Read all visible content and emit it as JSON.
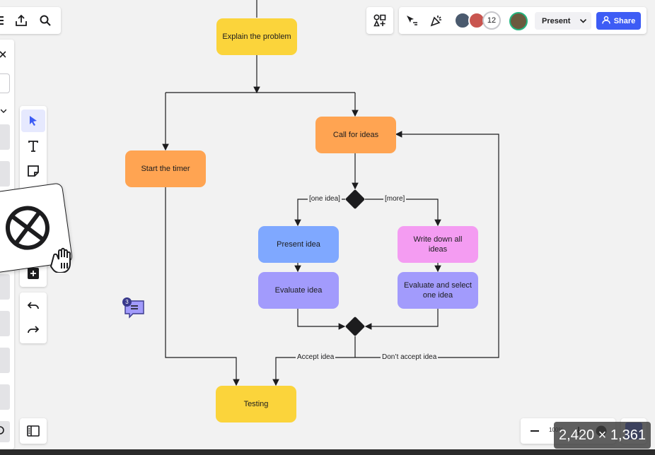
{
  "toolbar_left": {
    "upload_icon": "upload-icon",
    "search_icon": "search-icon"
  },
  "header_right": {
    "avatar_count": "12",
    "present_label": "Present",
    "share_label": "Share",
    "colors": {
      "share": "#3d5cf5"
    }
  },
  "flowchart": {
    "nodes": {
      "explain": "Explain the problem",
      "call": "Call for ideas",
      "timer": "Start the timer",
      "present": "Present idea",
      "write": "Write down all ideas",
      "evaluate": "Evaluate idea",
      "evaluate_select": "Evaluate and select one idea",
      "testing": "Testing"
    },
    "labels": {
      "one_idea": "[one idea]",
      "more": "[more]",
      "accept": "Accept idea",
      "dont_accept": "Don’t accept idea"
    },
    "colors": {
      "yellow": "#fbd43b",
      "orange": "#ffa452",
      "blue": "#7fa8ff",
      "pink": "#f49cf2",
      "purple": "#a29bfc"
    }
  },
  "comment": {
    "count": "3"
  },
  "zoom": {
    "level": "100%"
  },
  "image_dimensions": "2,420 × 1,361"
}
